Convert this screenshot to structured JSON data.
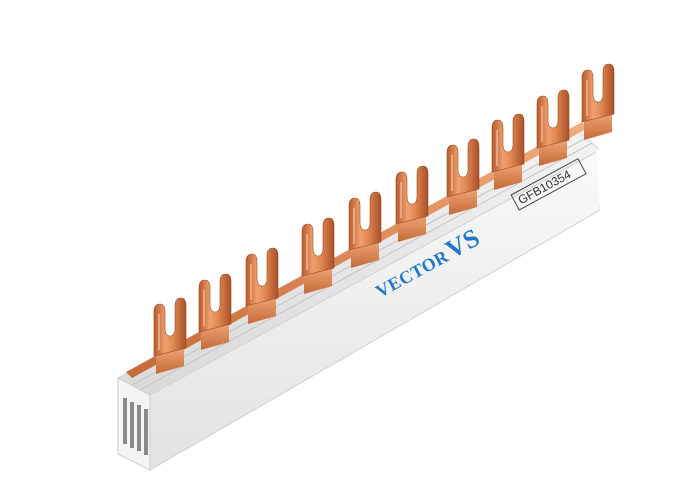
{
  "product": {
    "brand_small_caps": "VECTOR",
    "brand_suffix": "VS",
    "part_code": "GFB10354",
    "brand_color": "#1f78c8",
    "copper_color": "#d9804c",
    "housing_color": "#ececec"
  }
}
